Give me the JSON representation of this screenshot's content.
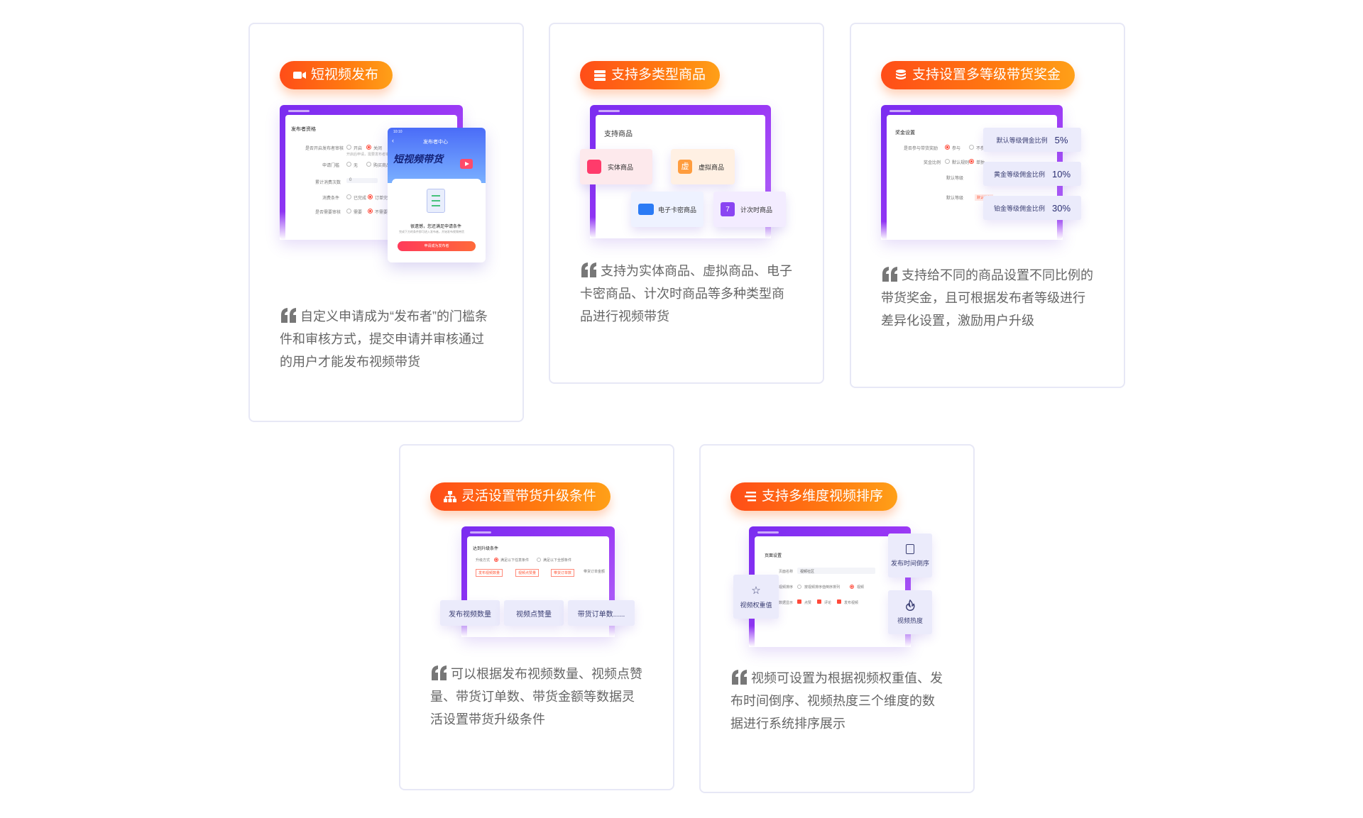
{
  "colors": {
    "accent_orange": "#ff5a14",
    "purple": "#7a2cf0",
    "card_border": "#e7e8f6",
    "text_gray": "#666666"
  },
  "cards": [
    {
      "title": "短视频发布",
      "icon": "video-camera-icon",
      "desc": "自定义申请成为“发布者”的门槛条件和审核方式，提交申请并审核通过的用户才能发布视频带货",
      "mock": {
        "section": "发布者资格",
        "rows": [
          {
            "label": "是否开启发布者审核",
            "opts": [
              "开启",
              "关闭"
            ]
          },
          {
            "label": "申请门槛",
            "opts": [
              "无",
              "购买商品"
            ]
          },
          {
            "label": "累计消费次数",
            "opts": [
              "0"
            ]
          },
          {
            "label": "消费条件",
            "opts": [
              "已完成",
              "订单完成"
            ]
          },
          {
            "label": "是否需要审核",
            "opts": [
              "需要",
              "不需要"
            ]
          }
        ],
        "note": "开启后申请，需要发布者审核通过",
        "phone": {
          "time": "10:10",
          "nav_title": "发布者中心",
          "banner": "短视频带货",
          "status": "很遗憾，您还满足申请条件",
          "sub": "完成下方的条件即可进入发布者，开始发布视频带货",
          "cta": "申请成为发布者"
        }
      }
    },
    {
      "title": "支持多类型商品",
      "icon": "list-stack-icon",
      "desc": "支持为实体商品、虚拟商品、电子卡密商品、计次时商品等多种类型商品进行视频带货",
      "mock": {
        "section": "支持商品",
        "items": [
          "实体商品",
          "虚拟商品",
          "电子卡密商品",
          "计次时商品"
        ],
        "virtual_glyph": "虚",
        "calendar_glyph": "7"
      }
    },
    {
      "title": "支持设置多等级带货奖金",
      "icon": "coin-stack-icon",
      "desc": "支持给不同的商品设置不同比例的带货奖金，且可根据发布者等级进行差异化设置，激励用户升级",
      "mock": {
        "section": "奖金设置",
        "rows": [
          {
            "label": "是否参与带货奖励",
            "opts": [
              "参与",
              "不参与"
            ]
          },
          {
            "label": "奖金比例",
            "opts": [
              "默认规则",
              "单独"
            ]
          }
        ],
        "fields": [
          "默认等级",
          "默认等级"
        ],
        "badge": "默认等级",
        "levels": [
          {
            "label": "默认等级佣金比例",
            "value": "5%"
          },
          {
            "label": "黄金等级佣金比例",
            "value": "10%"
          },
          {
            "label": "铂金等级佣金比例",
            "value": "30%"
          }
        ]
      }
    },
    {
      "title": "灵活设置带货升级条件",
      "icon": "org-chart-icon",
      "desc": "可以根据发布视频数量、视频点赞量、带货订单数、带货金额等数据灵活设置带货升级条件",
      "mock": {
        "section": "达到升级条件",
        "rows": [
          {
            "label": "升级方式",
            "opts": [
              "满足以下任意条件",
              "满足以下全部条件"
            ]
          }
        ],
        "tags": [
          "发布视频数量",
          "视频点赞量",
          "带货订单数",
          "带货订单金额"
        ],
        "chips": [
          "发布视频数量",
          "视频点赞量",
          "带货订单数......"
        ]
      }
    },
    {
      "title": "支持多维度视频排序",
      "icon": "sort-lines-icon",
      "desc": "视频可设置为根据视频权重值、发布时间倒序、视频热度三个维度的数据进行系统排序展示",
      "mock": {
        "section": "页面设置",
        "fields": [
          {
            "label": "页面名称",
            "value": "视频社区"
          },
          {
            "label": "视频排序",
            "opts": [
              "按视频排序值倒序排列",
              "视频"
            ]
          },
          {
            "label": "数据显示",
            "opts": [
              "点赞",
              "评论",
              "发布视频"
            ]
          }
        ],
        "chips": [
          "视频权重值",
          "发布时间倒序",
          "视频热度"
        ]
      }
    }
  ]
}
